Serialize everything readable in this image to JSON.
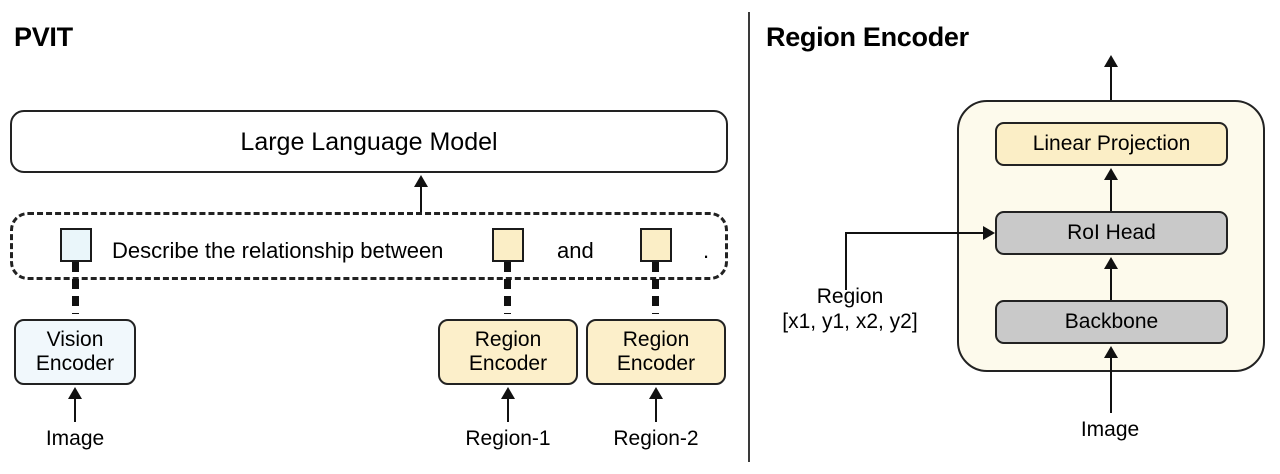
{
  "panels": {
    "left": {
      "title": "PVIT",
      "llm": {
        "label": "Large Language Model"
      },
      "prompt": {
        "text_before": "Describe the relationship between",
        "text_middle": "and",
        "text_after": ".",
        "token_image_name": "image-token",
        "token_region1_name": "region-1-token",
        "token_region2_name": "region-2-token"
      },
      "encoders": [
        {
          "label": "Vision\nEncoder",
          "input_label": "Image"
        },
        {
          "label": "Region\nEncoder",
          "input_label": "Region-1"
        },
        {
          "label": "Region\nEncoder",
          "input_label": "Region-2"
        }
      ]
    },
    "right": {
      "title": "Region Encoder",
      "blocks": [
        {
          "label": "Linear Projection"
        },
        {
          "label": "RoI Head"
        },
        {
          "label": "Backbone"
        }
      ],
      "side_input": {
        "line1": "Region",
        "line2": "[x1, y1, x2, y2]"
      },
      "bottom_input": "Image"
    }
  },
  "colors": {
    "vision_fill": "#f1f8fc",
    "region_fill": "#fcefca",
    "gray_fill": "#c9c9c9",
    "container_fill": "#fdfaec",
    "stroke": "#222222"
  }
}
